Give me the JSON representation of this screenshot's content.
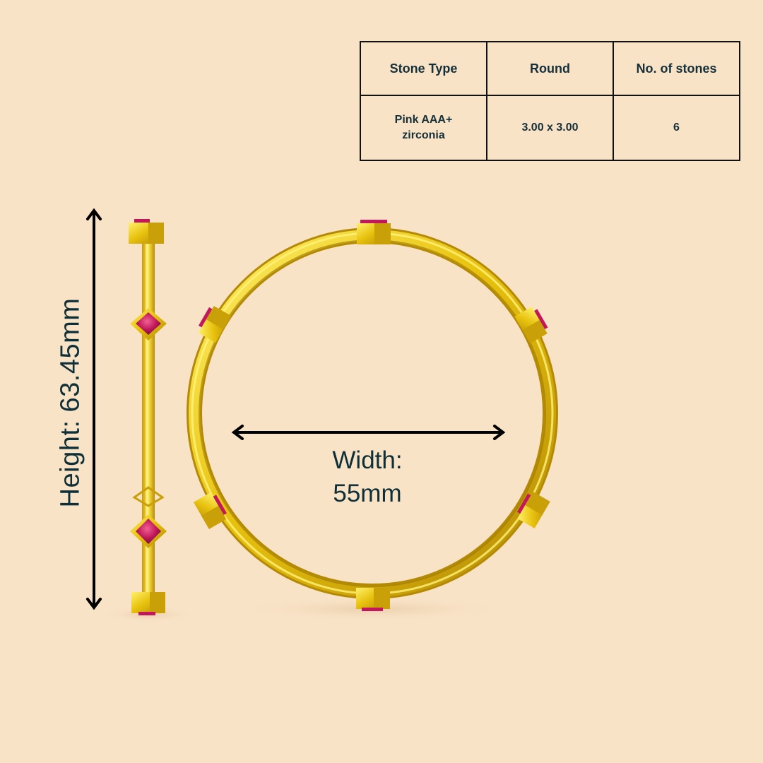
{
  "spec_table": {
    "headers": [
      "Stone Type",
      "Round",
      "No. of stones"
    ],
    "row": [
      "Pink AAA+ zirconia",
      "3.00 x 3.00",
      "6"
    ]
  },
  "dimensions": {
    "height_label": "Height: 63.45mm",
    "width_label_line1": "Width:",
    "width_label_line2": "55mm"
  },
  "colors": {
    "background": "#f9e3c7",
    "gold": "#e8c20e",
    "gold_dark": "#b48a05",
    "stone": "#c2185b",
    "text": "#0f2f38"
  }
}
